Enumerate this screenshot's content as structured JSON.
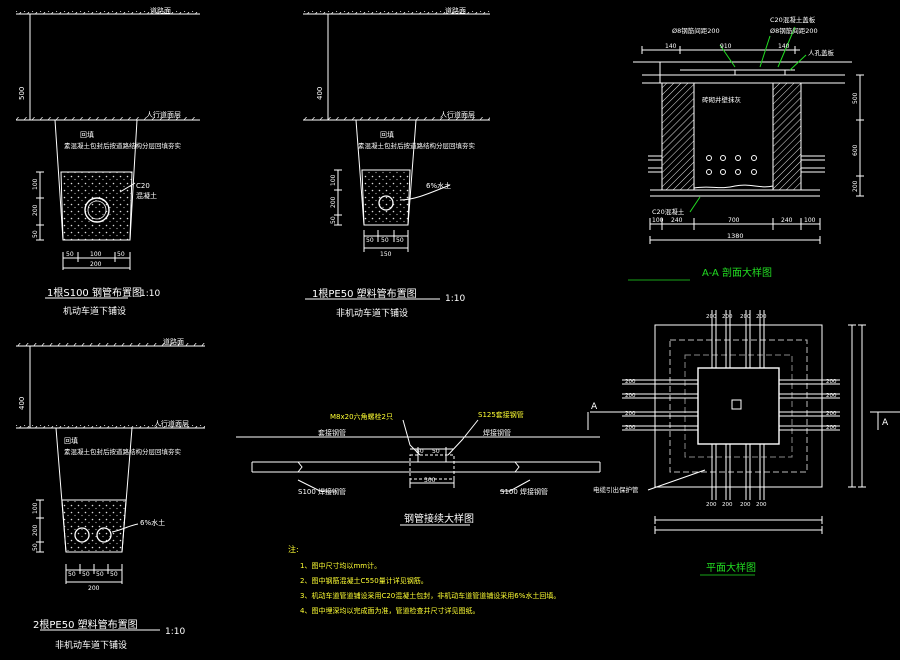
{
  "panel1": {
    "top_label": "道路面",
    "layer_label": "人行道面层",
    "depth1": "500",
    "fill_label": "回填",
    "fill_note": "素混凝土包封后按道路结构分层回填夯实",
    "concrete_label": "C20",
    "concrete_sub": "混凝土",
    "dim_v": [
      "100",
      "200",
      "50"
    ],
    "dim_h_top": [
      "50",
      "100",
      "50"
    ],
    "dim_h_total": "200",
    "title": "1根S100 钢管布置图",
    "scale": "1:10",
    "subtitle": "机动车道下铺设"
  },
  "panel2": {
    "top_label": "道路面",
    "layer_label": "人行道面层",
    "depth1": "400",
    "fill_label": "回填",
    "fill_note": "素混凝土包封后按道路结构分层回填夯实",
    "sand_label": "6%水土",
    "dim_v": [
      "100",
      "200",
      "50"
    ],
    "dim_h_top": [
      "50",
      "50",
      "50"
    ],
    "dim_h_total": "150",
    "title": "1根PE50 塑料管布置图",
    "scale": "1:10",
    "subtitle": "非机动车道下铺设"
  },
  "panel3": {
    "top_label": "道路面",
    "layer_label": "人行道面层",
    "depth1": "400",
    "fill_label": "回填",
    "fill_note": "素混凝土包封后按道路结构分层回填夯实",
    "sand_label": "6%水土",
    "dim_v": [
      "100",
      "200",
      "50"
    ],
    "dim_h_top": [
      "50",
      "50",
      "50",
      "50"
    ],
    "dim_h_total": "200",
    "title": "2根PE50 塑料管布置图",
    "scale": "1:10",
    "subtitle": "非机动车道下铺设"
  },
  "joint": {
    "label_bolt": "M8x20六角螺栓2只",
    "label_sleeve": "S125套接钢管",
    "label_left_pipe": "套接钢管",
    "label_right_pipe": "焊接钢管",
    "label_s100_left": "S100 焊接钢管",
    "label_s100_right": "S100 焊接钢管",
    "dim_a": "50",
    "dim_b": "50",
    "dim_total": "300",
    "title": "钢管接续大样图"
  },
  "section": {
    "label_phi_left": "Ø8钢筋间距200",
    "label_phi_right": "Ø8钢筋间距200",
    "label_c20_top": "C20混凝土盖板",
    "label_manhole": "人孔盖板",
    "label_inner": "砖砌井壁抹灰",
    "label_c20_bottom": "C20混凝土",
    "dims_top": [
      "140",
      "910",
      "140"
    ],
    "dims_bottom": [
      "100",
      "240",
      "700",
      "240",
      "100"
    ],
    "dim_total": "1380",
    "dims_right": [
      "500",
      "600",
      "200"
    ],
    "title": "A-A 剖面大样图"
  },
  "plan": {
    "section_mark": "A",
    "label_pipe": "电缆引出保护管",
    "dims_left": [
      "200",
      "200",
      "200",
      "200"
    ],
    "dims_right": [
      "200",
      "200",
      "200",
      "200"
    ],
    "dims_top": [
      "200",
      "200",
      "200",
      "200"
    ],
    "dims_bottom": [
      "200",
      "200",
      "200",
      "200"
    ],
    "title": "平面大样图"
  },
  "notes": {
    "heading": "注:",
    "lines": [
      "1、图中尺寸均以mm计。",
      "2、图中钢筋混凝土C550量计详见钢筋。",
      "3、机动车道管道铺设采用C20混凝土包封，非机动车道管道铺设采用6%水土回填。",
      "4、图中埋深均以完成面为准，管道检查井尺寸详见图纸。"
    ]
  },
  "colors": {
    "line": "#ffffff",
    "text": "#ffffff",
    "accent_yellow": "#ffff33",
    "accent_green": "#22dd22",
    "background": "#000000"
  }
}
